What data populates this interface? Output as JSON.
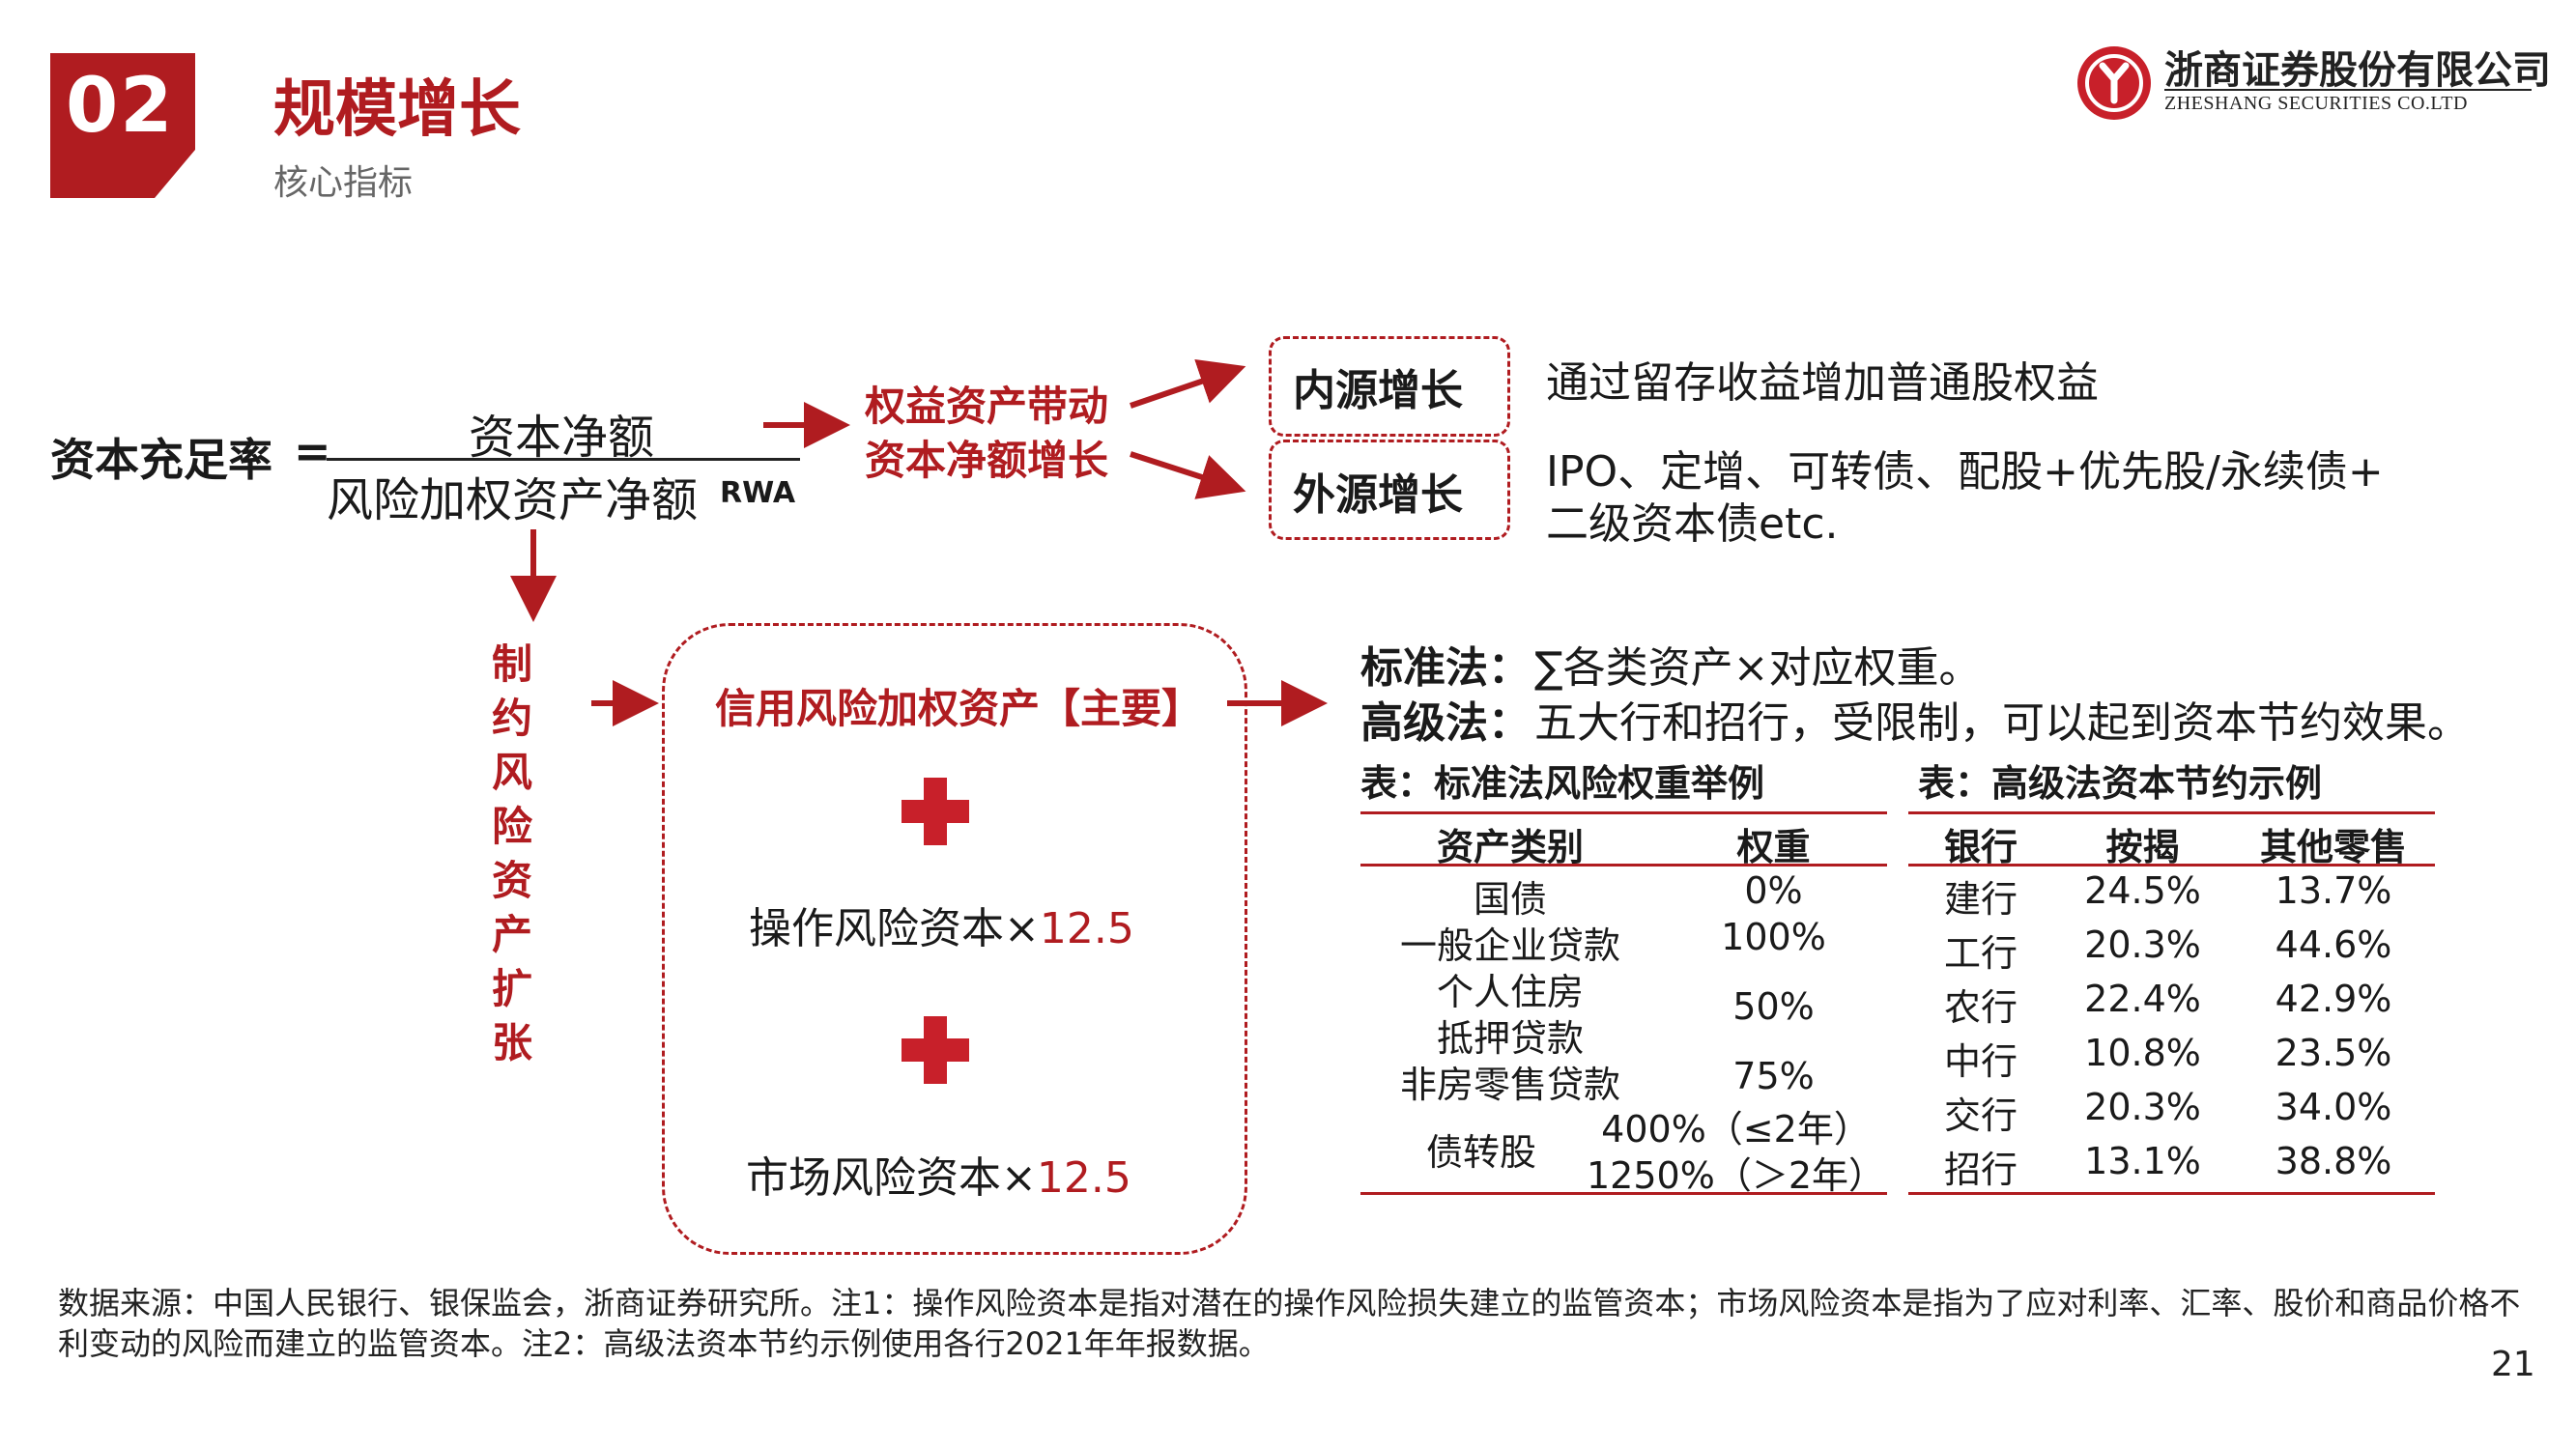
{
  "header": {
    "section_number": "02",
    "title": "规模增长",
    "subtitle": "核心指标",
    "logo_cn": "浙商证券股份有限公司",
    "logo_en": "ZHESHANG SECURITIES CO.LTD"
  },
  "formula": {
    "label": "资本充足率",
    "equals": "=",
    "numerator": "资本净额",
    "denominator": "风险加权资产净额",
    "denominator_suffix": "RWA"
  },
  "equity_effect": [
    "权益资产带动",
    "资本净额增长"
  ],
  "growth": {
    "internal_label": "内源增长",
    "internal_desc": "通过留存收益增加普通股权益",
    "external_label": "外源增长",
    "external_desc_line1": "IPO、定增、可转债、配股+优先股/永续债+",
    "external_desc_line2": "二级资本债etc."
  },
  "constraint_label": [
    "制约",
    "风险",
    "资产",
    "扩张"
  ],
  "rwa_components": {
    "credit": "信用风险加权资产【主要】",
    "operational_prefix": "操作风险资本×",
    "operational_factor": "12.5",
    "market_prefix": "市场风险资本×",
    "market_factor": "12.5"
  },
  "methods": {
    "standard_label": "标准法：",
    "standard_text": "∑各类资产×对应权重。",
    "advanced_label": "高级法：",
    "advanced_text": "五大行和招行，受限制，可以起到资本节约效果。"
  },
  "table_standard": {
    "caption": "表：标准法风险权重举例",
    "headers": [
      "资产类别",
      "权重"
    ],
    "rows": [
      {
        "category": "国债",
        "weight": "0%"
      },
      {
        "category": "一般企业贷款",
        "weight": "100%"
      },
      {
        "category_line1": "个人住房",
        "category_line2": "抵押贷款",
        "weight": "50%"
      },
      {
        "category": "非房零售贷款",
        "weight": "75%"
      },
      {
        "category": "债转股",
        "weight_line1": "400%（≤2年）",
        "weight_line2": "1250%（＞2年）"
      }
    ]
  },
  "table_advanced": {
    "caption": "表：高级法资本节约示例",
    "headers": [
      "银行",
      "按揭",
      "其他零售"
    ],
    "rows": [
      [
        "建行",
        "24.5%",
        "13.7%"
      ],
      [
        "工行",
        "20.3%",
        "44.6%"
      ],
      [
        "农行",
        "22.4%",
        "42.9%"
      ],
      [
        "中行",
        "10.8%",
        "23.5%"
      ],
      [
        "交行",
        "20.3%",
        "34.0%"
      ],
      [
        "招行",
        "13.1%",
        "38.8%"
      ]
    ]
  },
  "footnote": "数据来源：中国人民银行、银保监会，浙商证券研究所。注1：操作风险资本是指对潜在的操作风险损失建立的监管资本；市场风险资本是指为了应对利率、汇率、股价和商品价格不利变动的风险而建立的监管资本。注2：高级法资本节约示例使用各行2021年年报数据。",
  "page_number": "21",
  "colors": {
    "accent": "#b01c20",
    "text": "#1a1a1a"
  }
}
